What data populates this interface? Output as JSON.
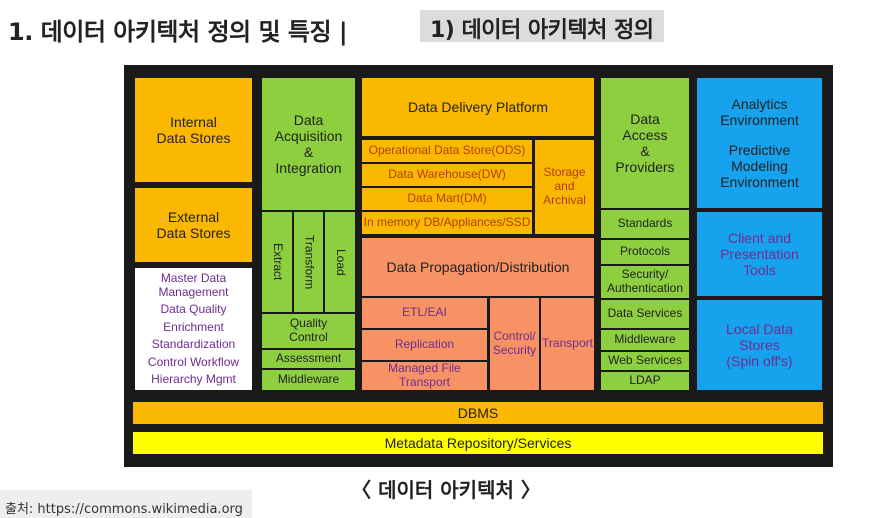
{
  "header": {
    "title": "1. 데이터 아키텍처 정의 및 특징 |",
    "subtitle": "1) 데이터 아키텍처 정의"
  },
  "diagram": {
    "internal_stores": [
      "Internal",
      "Data Stores"
    ],
    "external_stores": [
      "External",
      "Data Stores"
    ],
    "mdm_list": [
      "Master Data",
      "Management",
      "Data Quality",
      "Enrichment",
      "Standardization",
      "Control Workflow",
      "Hierarchy Mgmt"
    ],
    "acquisition": {
      "title": [
        "Data",
        "Acquisition",
        "&",
        "Integration"
      ],
      "extract": "Extract",
      "transform": "Transform",
      "load": "Load",
      "quality": [
        "Quality",
        "Control"
      ],
      "assessment": "Assessment",
      "middleware": "Middleware"
    },
    "delivery": {
      "title": "Data Delivery Platform",
      "items": [
        "Operational Data Store(ODS)",
        "Data Warehouse(DW)",
        "Data Mart(DM)",
        "In memory DB/Appliances/SSD"
      ],
      "storage": [
        "Storage",
        "and",
        "Archival"
      ]
    },
    "propagation": {
      "title": "Data Propagation/Distribution",
      "etl": "ETL/EAI",
      "replication": "Replication",
      "managed": [
        "Managed File",
        "Transport"
      ],
      "control": [
        "Control/",
        "Security"
      ],
      "transport": "Transport"
    },
    "access": {
      "title": [
        "Data",
        "Access",
        "&",
        "Providers"
      ],
      "items": [
        "Standards",
        "Protocols",
        "Security/\nAuthentication",
        "Data Services",
        "Middleware",
        "Web Services",
        "LDAP"
      ]
    },
    "analytics": {
      "title": [
        "Analytics",
        "Environment",
        "",
        "Predictive",
        "Modeling",
        "Environment"
      ],
      "client": [
        "Client and",
        "Presentation",
        "Tools"
      ],
      "local": [
        "Local Data",
        "Stores",
        "(Spin off's)"
      ]
    },
    "dbms": "DBMS",
    "metadata": "Metadata Repository/Services"
  },
  "caption": "〈 데이터 아키텍처 〉",
  "source": "출처: https://commons.wikimedia.org",
  "colors": {
    "orange": "#fbb800",
    "green": "#8dcf3f",
    "salmon": "#f79264",
    "blue": "#16a2ec",
    "yellow": "#ffff00",
    "frame": "#1a1a1a",
    "purple_text": "#6f2c91"
  }
}
